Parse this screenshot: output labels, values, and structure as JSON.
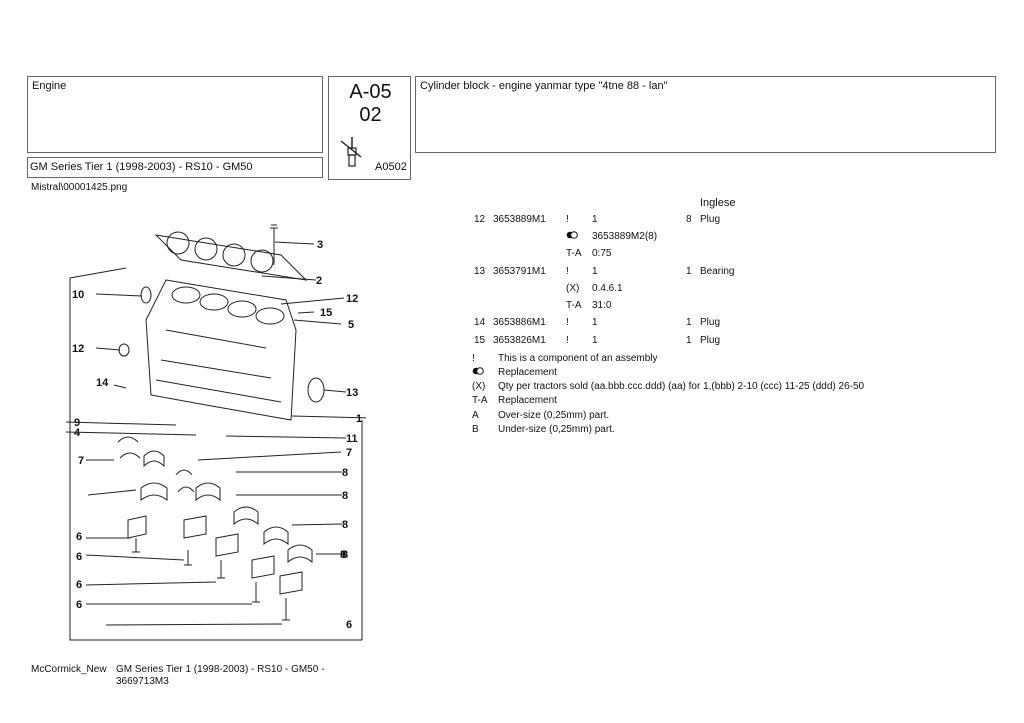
{
  "header": {
    "section": "Engine",
    "series": "GM Series Tier 1 (1998-2003) - RS10 - GM50",
    "code_main": "A-05",
    "code_sub": "02",
    "code_small": "A0502",
    "title": "Cylinder block - engine yanmar type \"4tne 88 - lan\""
  },
  "image_path": "Mistral\\00001425.png",
  "language": "Inglese",
  "rows": [
    {
      "no": "12",
      "part": "3653889M1",
      "sym": "!",
      "qty": "1",
      "qty2": "8",
      "desc": "Plug"
    },
    {
      "no": "",
      "part": "",
      "sym": "replacement",
      "qty": "3653889M2(8)",
      "qty2": "",
      "desc": ""
    },
    {
      "no": "",
      "part": "",
      "sym": "T-A",
      "qty": "0:75",
      "qty2": "",
      "desc": ""
    },
    {
      "no": "13",
      "part": "3653791M1",
      "sym": "!",
      "qty": "1",
      "qty2": "1",
      "desc": "Bearing"
    },
    {
      "no": "",
      "part": "",
      "sym": "(X)",
      "qty": "0.4.6.1",
      "qty2": "",
      "desc": ""
    },
    {
      "no": "",
      "part": "",
      "sym": "T-A",
      "qty": "31:0",
      "qty2": "",
      "desc": ""
    },
    {
      "no": "14",
      "part": "3653886M1",
      "sym": "!",
      "qty": "1",
      "qty2": "1",
      "desc": "Plug"
    },
    {
      "no": "15",
      "part": "3653826M1",
      "sym": "!",
      "qty": "1",
      "qty2": "1",
      "desc": "Plug"
    }
  ],
  "legend": [
    {
      "key": "!",
      "text": "This is a component of an assembly"
    },
    {
      "key": "replacement",
      "text": "Replacement"
    },
    {
      "key": "(X)",
      "text": "Qty per tractors sold  (aa.bbb.ccc.ddd) (aa) for 1,(bbb) 2-10 (ccc) 11-25 (ddd) 26-50"
    },
    {
      "key": "T-A",
      "text": "Replacement"
    },
    {
      "key": "A",
      "text": "Over-size (0,25mm) part."
    },
    {
      "key": "B",
      "text": "Under-size (0,25mm) part."
    }
  ],
  "callouts": [
    "3",
    "2",
    "10",
    "12",
    "15",
    "5",
    "12",
    "13",
    "14",
    "9",
    "4",
    "1",
    "11",
    "7",
    "7",
    "8",
    "8",
    "8",
    "8",
    "8",
    "6",
    "6",
    "6",
    "6",
    "6"
  ],
  "footer": {
    "brand": "McCormick_New",
    "description": "GM Series Tier 1 (1998-2003) - RS10 - GM50 - 3669713M3"
  }
}
